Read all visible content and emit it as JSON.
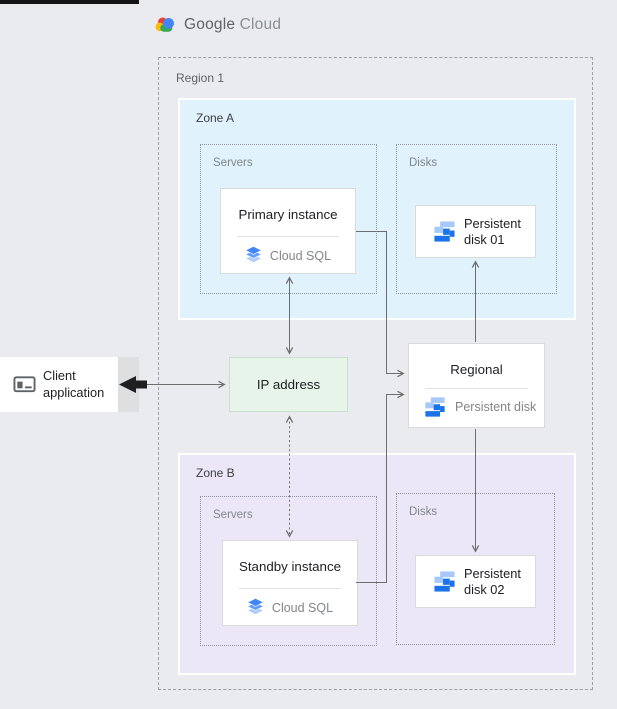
{
  "header": {
    "logo_google": "Google",
    "logo_cloud": "Cloud"
  },
  "region": {
    "label": "Region 1",
    "zone_a": {
      "label": "Zone A",
      "servers_label": "Servers",
      "primary_card": {
        "title": "Primary instance",
        "service": "Cloud SQL"
      },
      "disks_label": "Disks",
      "disk_card": {
        "label": "Persistent disk 01"
      }
    },
    "zone_b": {
      "label": "Zone B",
      "servers_label": "Servers",
      "standby_card": {
        "title": "Standby instance",
        "service": "Cloud SQL"
      },
      "disks_label": "Disks",
      "disk_card": {
        "label": "Persistent disk 02"
      }
    },
    "regional_card": {
      "title": "Regional",
      "subtitle": "Persistent disk"
    }
  },
  "client": {
    "label": "Client application"
  },
  "ip_box": {
    "label": "IP address"
  },
  "icons": {
    "logo": "google-cloud-logo-icon",
    "cloud_sql": "cloud-sql-icon",
    "persistent_disk": "persistent-disk-icon",
    "client_app": "client-application-icon"
  },
  "colors": {
    "background": "#e9ebee",
    "zone_a_fill": "#e0f2fc",
    "zone_b_fill": "#ece7f6",
    "ip_fill": "#e6f4ea",
    "card_border": "#d9dadc",
    "dashed_border": "#9aa0a6",
    "connector": "#6e6e6e",
    "disk_blue_light": "#a6c8fa",
    "disk_blue_dark": "#1a73e8",
    "sql_blue": "#4285f4",
    "logo_red": "#ea4335",
    "logo_yellow": "#fbbc04",
    "logo_green": "#34a853",
    "logo_blue": "#4285f4",
    "text_dark": "#202124",
    "text_gray": "#80868b"
  }
}
